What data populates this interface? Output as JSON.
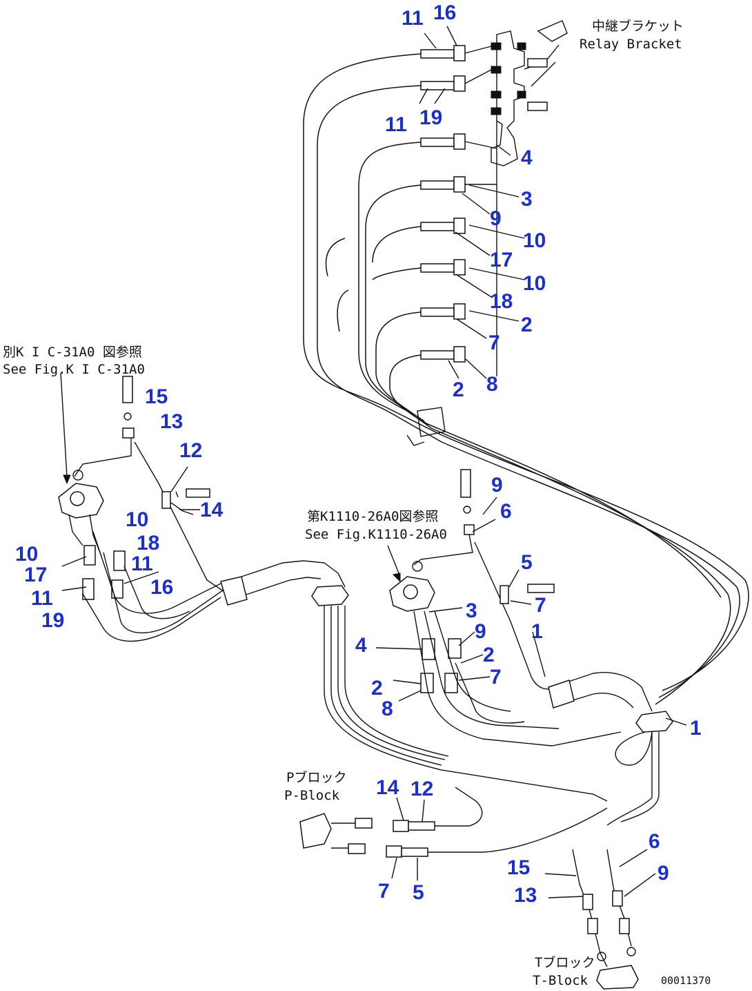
{
  "labels": {
    "relay_bracket_jp": "中継ブラケット",
    "relay_bracket_en": "Relay Bracket",
    "see_fig_left_jp": "別K I C-31A0 図参照",
    "see_fig_left_en": "See Fig.K I C-31A0",
    "see_fig_center_jp": "第K1110-26A0図参照",
    "see_fig_center_en": "See Fig.K1110-26A0",
    "p_block_jp": "Pブロック",
    "p_block_en": "P-Block",
    "t_block_jp": "Tブロック",
    "t_block_en": "T-Block",
    "drawing_code": "00011370"
  },
  "callouts": {
    "c01": "11",
    "c02": "16",
    "c03": "11",
    "c04": "19",
    "c05": "4",
    "c06": "3",
    "c07": "9",
    "c08": "10",
    "c09": "17",
    "c10": "10",
    "c11": "18",
    "c12": "2",
    "c13": "7",
    "c14": "2",
    "c15": "8",
    "c16": "15",
    "c17": "13",
    "c18": "12",
    "c19": "14",
    "c20": "10",
    "c21": "18",
    "c22": "10",
    "c23": "17",
    "c24": "11",
    "c25": "16",
    "c26": "11",
    "c27": "19",
    "c28": "9",
    "c29": "6",
    "c30": "5",
    "c31": "7",
    "c32": "3",
    "c33": "1",
    "c34": "9",
    "c35": "4",
    "c36": "2",
    "c37": "7",
    "c38": "2",
    "c39": "8",
    "c40": "1",
    "c41": "14",
    "c42": "12",
    "c43": "7",
    "c44": "5",
    "c45": "6",
    "c46": "9",
    "c47": "15",
    "c48": "13"
  }
}
